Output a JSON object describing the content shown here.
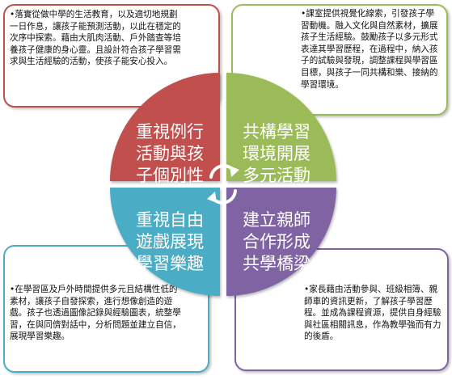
{
  "quadrants": {
    "top_left": {
      "title": [
        "重視例行",
        "活動與孩",
        "子個別性"
      ],
      "color": "#c0504d"
    },
    "top_right": {
      "title": [
        "共構學習",
        "環境開展",
        "多元活動"
      ],
      "color": "#9bbb59"
    },
    "bottom_left": {
      "title": [
        "重視自由",
        "遊戲展現",
        "學習樂趣"
      ],
      "color": "#4bacc6"
    },
    "bottom_right": {
      "title": [
        "建立親師",
        "合作形成",
        "共學橋梁"
      ],
      "color": "#8064a2"
    }
  },
  "boxes": {
    "top_left": "•落實從做中學的生活教育，以及適切地規劃一日作息，讓孩子能預測活動，以此在穩定的次序中探索。藉由大肌肉活動、戶外踏查等培養孩子健康的身心靈。且設計符合孩子學習需求與生活經驗的活動，使孩子能安心投入。",
    "top_right": "•課室提供視覺化線索，引發孩子學習動機。融入文化與自然素材，擴展孩子生活經驗。鼓勵孩子以多元形式表達其學習歷程，在過程中，納入孩子的試驗與發現，調整課程與學習區目標，與孩子一同共構和樂、接納的學習環境。",
    "bottom_left": "•在學習區及戶外時間提供多元且結構性低的素材，讓孩子自發探索，進行想像創造的遊戲。孩子也透過圖像記錄與經驗圖表，統整學習，在與同儕對話中，分析問題並建立自信，展現學習樂趣。",
    "bottom_right": "•家長藉由活動參與、班級相簿、親師車的資訊更新，了解孩子學習歷程。並成為課程資源，提供自身經驗與社區相關訊息，作為教學強而有力的後盾。"
  }
}
